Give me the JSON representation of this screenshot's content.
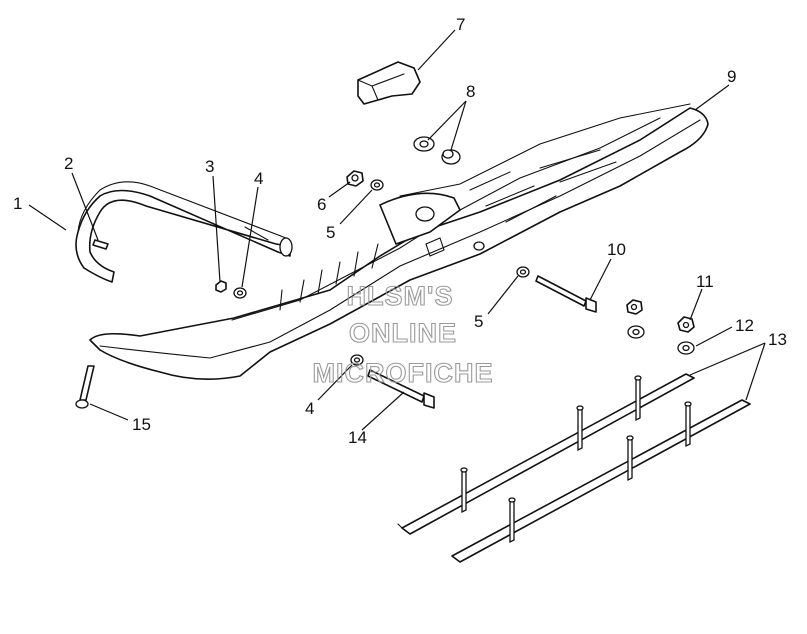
{
  "callouts": [
    {
      "id": "1",
      "text": "1"
    },
    {
      "id": "2",
      "text": "2"
    },
    {
      "id": "3",
      "text": "3"
    },
    {
      "id": "4a",
      "text": "4"
    },
    {
      "id": "4b",
      "text": "4"
    },
    {
      "id": "5a",
      "text": "5"
    },
    {
      "id": "5b",
      "text": "5"
    },
    {
      "id": "6",
      "text": "6"
    },
    {
      "id": "7",
      "text": "7"
    },
    {
      "id": "8",
      "text": "8"
    },
    {
      "id": "9",
      "text": "9"
    },
    {
      "id": "10",
      "text": "10"
    },
    {
      "id": "11",
      "text": "11"
    },
    {
      "id": "12",
      "text": "12"
    },
    {
      "id": "13",
      "text": "13"
    },
    {
      "id": "14",
      "text": "14"
    },
    {
      "id": "15",
      "text": "15"
    }
  ],
  "watermark": {
    "line1": "HLSM'S",
    "line2": "ONLINE",
    "line3": "MICROFICHE",
    "color": "#9a9a9a"
  }
}
